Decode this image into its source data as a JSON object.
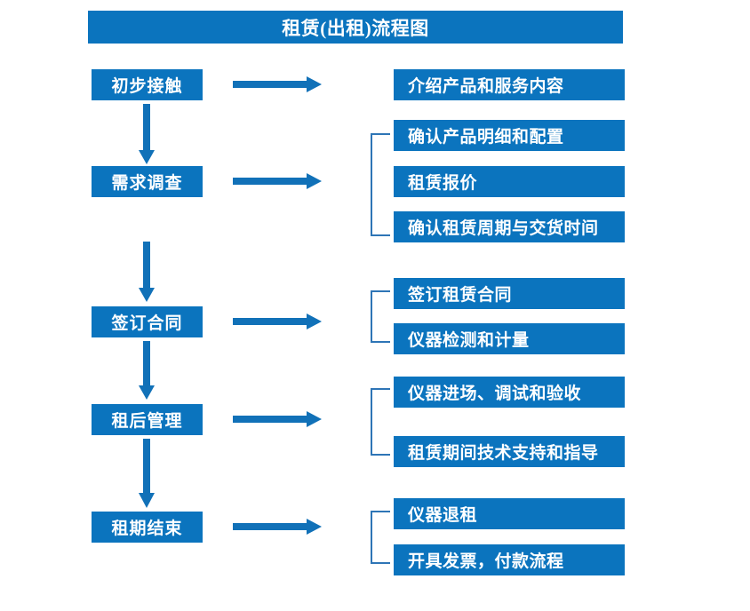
{
  "header": {
    "title": "租赁(出租)流程图"
  },
  "colors": {
    "box_blue": "#0B74BE",
    "arrow_blue": "#1171B8",
    "bracket_blue": "#2E75B6",
    "text_white": "#FFFFFF",
    "background": "#FFFFFF"
  },
  "stages": [
    {
      "id": "stage-1",
      "label": "初步接触",
      "details": [
        "介绍产品和服务内容"
      ],
      "has_bracket": false,
      "has_down_arrow": true
    },
    {
      "id": "stage-2",
      "label": "需求调查",
      "details": [
        "确认产品明细和配置",
        "租赁报价",
        "确认租赁周期与交货时间"
      ],
      "has_bracket": true,
      "has_down_arrow": true
    },
    {
      "id": "stage-3",
      "label": "签订合同",
      "details": [
        "签订租赁合同",
        "仪器检测和计量"
      ],
      "has_bracket": true,
      "has_down_arrow": true
    },
    {
      "id": "stage-4",
      "label": "租后管理",
      "details": [
        "仪器进场、调试和验收",
        "租赁期间技术支持和指导"
      ],
      "has_bracket": true,
      "has_down_arrow": true
    },
    {
      "id": "stage-5",
      "label": "租期结束",
      "details": [
        "仪器退租",
        "开具发票，付款流程"
      ],
      "has_bracket": true,
      "has_down_arrow": false
    }
  ],
  "flat": {
    "nodes": [
      "初步接触",
      "需求调查",
      "签订合同",
      "租后管理",
      "租期结束"
    ],
    "details": [
      "介绍产品和服务内容",
      "确认产品明细和配置",
      "租赁报价",
      "确认租赁周期与交货时间",
      "签订租赁合同",
      "仪器检测和计量",
      "仪器进场、调试和验收",
      "租赁期间技术支持和指导",
      "仪器退租",
      "开具发票，付款流程"
    ]
  },
  "icons": {
    "right_arrow": "right-arrow-icon",
    "down_arrow": "down-arrow-icon",
    "bracket": "group-bracket-icon"
  }
}
